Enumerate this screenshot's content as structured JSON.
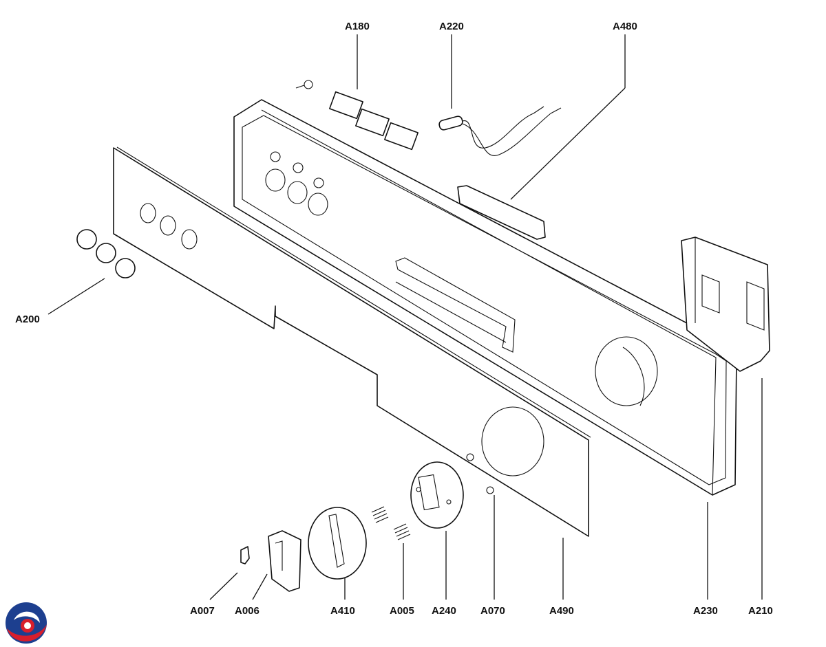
{
  "diagram": {
    "labels": {
      "a180": "A180",
      "a220": "A220",
      "a480": "A480",
      "a200": "A200",
      "a007": "A007",
      "a006": "A006",
      "a410": "A410",
      "a005": "A005",
      "a240": "A240",
      "a070": "A070",
      "a490": "A490",
      "a230": "A230",
      "a210": "A210"
    },
    "logo": {
      "icon": "swirl-logo-icon",
      "colors": [
        "#1d3f8f",
        "#d81e2c",
        "#ffffff"
      ]
    }
  }
}
